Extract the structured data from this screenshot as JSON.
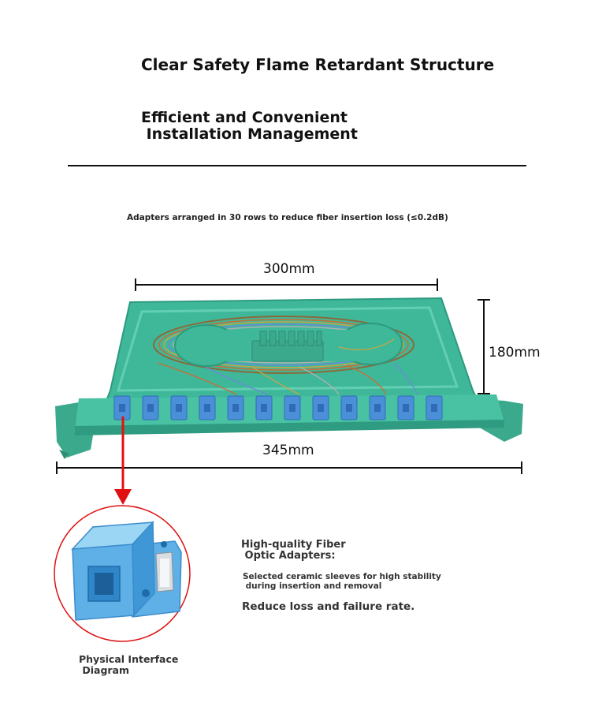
{
  "heading": {
    "line1": "Clear Safety Flame Retardant Structure",
    "line2a": "Efficient and Convenient",
    "line2b": " Installation Management"
  },
  "subtitle": "Adapters arranged in 30 rows to reduce fiber insertion loss (≤0.2dB)",
  "dimensions": {
    "width_top": "300mm",
    "height": "180mm",
    "width_bottom": "345mm"
  },
  "features": {
    "title_line1": "High-quality Fiber",
    "title_line2": " Optic Adapters:",
    "detail_line1": "Selected ceramic sleeves for high stability",
    "detail_line2": " during insertion and removal",
    "benefit": "Reduce loss and failure rate."
  },
  "caption": {
    "line1": "Physical Interface",
    "line2": " Diagram"
  },
  "colors": {
    "tray_green": "#3fb89a",
    "adapter_blue": "#4a8fd8",
    "arrow_red": "#e01010",
    "circle_red": "#e01010"
  }
}
